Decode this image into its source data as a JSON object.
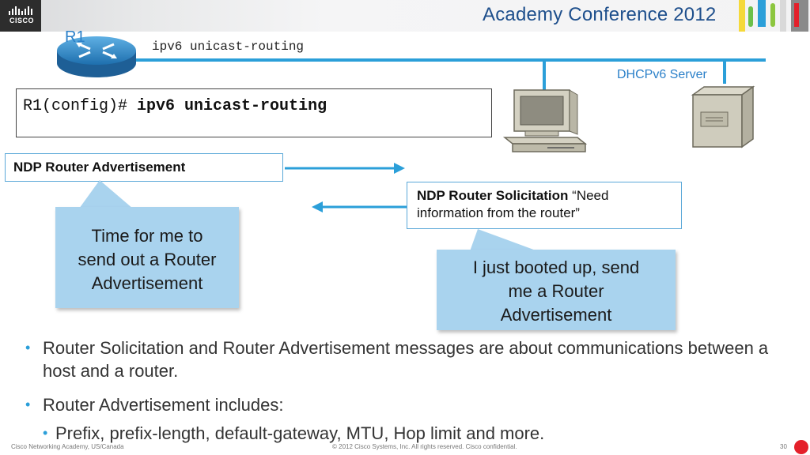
{
  "header": {
    "brand": "CISCO",
    "title": "Academy Conference 2012"
  },
  "diagram": {
    "router_label": "R1",
    "command_caption": "ipv6 unicast-routing",
    "dhcp_label": "DHCPv6 Server"
  },
  "config": {
    "prompt": "R1(config)# ",
    "command": "ipv6 unicast-routing"
  },
  "ndp": {
    "ra_label": "NDP Router Advertisement",
    "rs_label_bold": "NDP Router Solicitation",
    "rs_label_quote": " “Need information from the router”"
  },
  "callouts": {
    "router_line1": "Time for me to",
    "router_line2": "send out a Router",
    "router_line3": "Advertisement",
    "host_line1": "I just booted up, send",
    "host_line2": "me a Router",
    "host_line3": "Advertisement"
  },
  "bullets": [
    {
      "level": 1,
      "text": "Router Solicitation and Router Advertisement messages are about communications between a host and a router."
    },
    {
      "level": 1,
      "text": "Router Advertisement includes:"
    },
    {
      "level": 2,
      "text": "Prefix, prefix-length, default-gateway, MTU, Hop limit and more."
    }
  ],
  "footer": {
    "left": "Cisco Networking Academy, US/Canada",
    "center": "© 2012 Cisco Systems, Inc. All rights reserved. Cisco confidential.",
    "page": "30"
  },
  "colors": {
    "link_blue": "#2b9fd9",
    "title_blue": "#1e4f8c",
    "callout_fill": "#a9d3ee",
    "accent_red": "#e4202a"
  },
  "icons": [
    "cisco-logo-icon",
    "router-icon",
    "desktop-pc-icon",
    "server-icon",
    "arrow-right-icon",
    "arrow-left-icon"
  ]
}
